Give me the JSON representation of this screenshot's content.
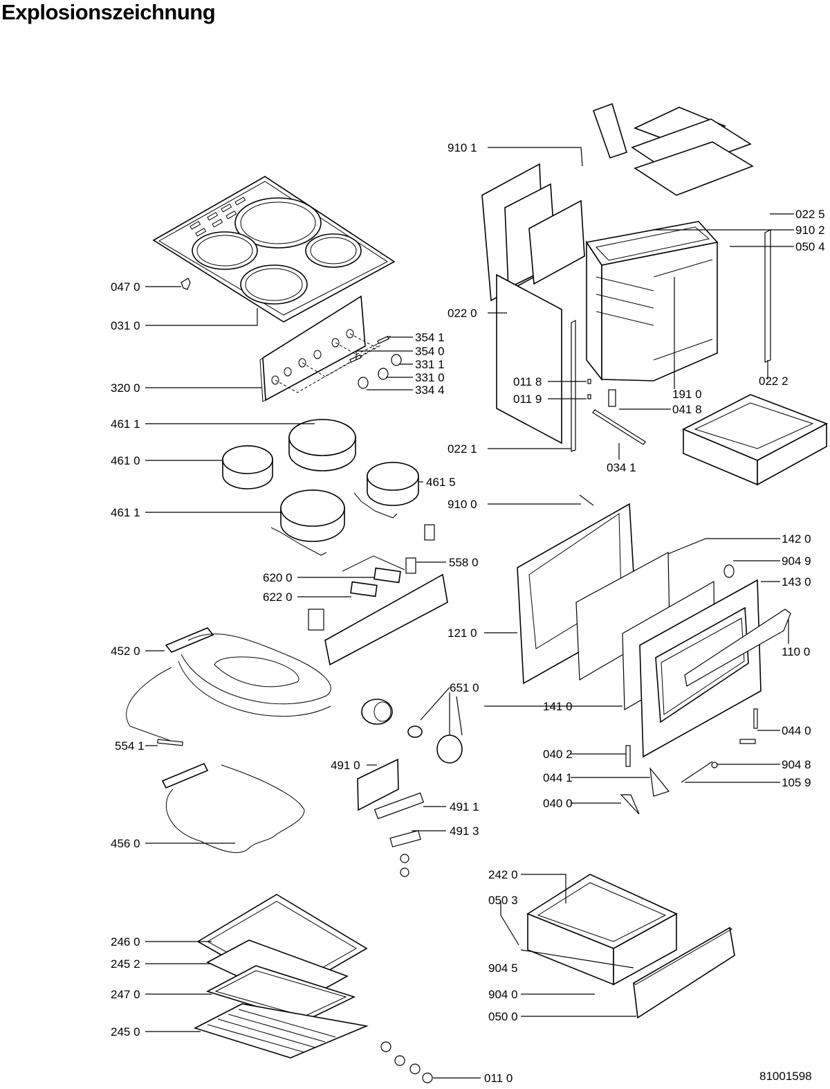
{
  "title": "Explosionszeichnung",
  "doc_number": "81001598",
  "part_labels": [
    {
      "id": "p0470",
      "text": "047 0"
    },
    {
      "id": "p0310",
      "text": "031 0"
    },
    {
      "id": "p3200",
      "text": "320 0"
    },
    {
      "id": "p3541",
      "text": "354 1"
    },
    {
      "id": "p3540",
      "text": "354 0"
    },
    {
      "id": "p3311",
      "text": "331 1"
    },
    {
      "id": "p3310",
      "text": "331 0"
    },
    {
      "id": "p3344",
      "text": "334 4"
    },
    {
      "id": "p4611a",
      "text": "461 1"
    },
    {
      "id": "p4610",
      "text": "461 0"
    },
    {
      "id": "p4615",
      "text": "461 5"
    },
    {
      "id": "p4611b",
      "text": "461 1"
    },
    {
      "id": "p5580",
      "text": "558 0"
    },
    {
      "id": "p6200",
      "text": "620 0"
    },
    {
      "id": "p6220",
      "text": "622 0"
    },
    {
      "id": "p4520",
      "text": "452 0"
    },
    {
      "id": "p5541",
      "text": "554 1"
    },
    {
      "id": "p6510",
      "text": "651 0"
    },
    {
      "id": "p4910",
      "text": "491 0"
    },
    {
      "id": "p4911",
      "text": "491 1"
    },
    {
      "id": "p4913",
      "text": "491 3"
    },
    {
      "id": "p4560",
      "text": "456 0"
    },
    {
      "id": "p2460",
      "text": "246 0"
    },
    {
      "id": "p2452",
      "text": "245 2"
    },
    {
      "id": "p2470",
      "text": "247 0"
    },
    {
      "id": "p2450",
      "text": "245 0"
    },
    {
      "id": "p0110",
      "text": "011 0"
    },
    {
      "id": "p9101",
      "text": "910 1"
    },
    {
      "id": "p0225",
      "text": "022 5"
    },
    {
      "id": "p9102",
      "text": "910 2"
    },
    {
      "id": "p0504",
      "text": "050 4"
    },
    {
      "id": "p0220",
      "text": "022 0"
    },
    {
      "id": "p0118",
      "text": "011 8"
    },
    {
      "id": "p0119",
      "text": "011 9"
    },
    {
      "id": "p1910",
      "text": "191 0"
    },
    {
      "id": "p0222",
      "text": "022 2"
    },
    {
      "id": "p0418",
      "text": "041 8"
    },
    {
      "id": "p0221",
      "text": "022 1"
    },
    {
      "id": "p0341",
      "text": "034 1"
    },
    {
      "id": "p9100",
      "text": "910 0"
    },
    {
      "id": "p1420",
      "text": "142 0"
    },
    {
      "id": "p9049",
      "text": "904 9"
    },
    {
      "id": "p1430",
      "text": "143 0"
    },
    {
      "id": "p1210",
      "text": "121 0"
    },
    {
      "id": "p1100",
      "text": "110 0"
    },
    {
      "id": "p1410",
      "text": "141 0"
    },
    {
      "id": "p0440",
      "text": "044 0"
    },
    {
      "id": "p0402",
      "text": "040 2"
    },
    {
      "id": "p9048",
      "text": "904 8"
    },
    {
      "id": "p0441",
      "text": "044 1"
    },
    {
      "id": "p1059",
      "text": "105 9"
    },
    {
      "id": "p0400",
      "text": "040 0"
    },
    {
      "id": "p2420",
      "text": "242 0"
    },
    {
      "id": "p0503",
      "text": "050 3"
    },
    {
      "id": "p9045",
      "text": "904 5"
    },
    {
      "id": "p9040",
      "text": "904 0"
    },
    {
      "id": "p0500",
      "text": "050 0"
    }
  ]
}
